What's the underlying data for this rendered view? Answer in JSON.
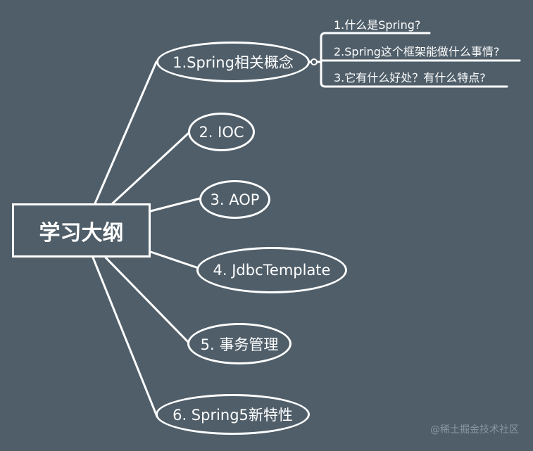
{
  "root": {
    "label": "学习大纲"
  },
  "branches": [
    {
      "label": "1.Spring相关概念"
    },
    {
      "label": "2. IOC"
    },
    {
      "label": "3. AOP"
    },
    {
      "label": "4. JdbcTemplate"
    },
    {
      "label": "5. 事务管理"
    },
    {
      "label": "6. Spring5新特性"
    }
  ],
  "sub_branches": [
    {
      "label": "1.什么是Spring?"
    },
    {
      "label": "2.Spring这个框架能做什么事情?"
    },
    {
      "label": "3.它有什么好处？有什么特点?"
    }
  ],
  "watermark": "@稀土掘金技术社区",
  "colors": {
    "background": "#4f5e69",
    "line": "#ffffff",
    "text": "#ffffff"
  }
}
